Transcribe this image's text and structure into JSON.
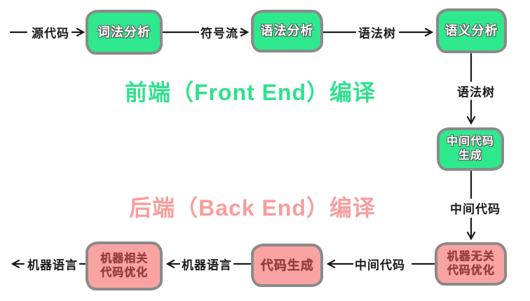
{
  "colors": {
    "node_green": "#2ee98d",
    "node_pink": "#f9a3a3",
    "node_border_gray": "#8a8a8a",
    "title_green": "#2ee18c",
    "title_pink": "#f79d9d",
    "arrow_black": "#1a1a1a"
  },
  "titles": {
    "front_end": "前端（Front End）编译",
    "back_end": "后端（Back End）编译"
  },
  "nodes": {
    "lexical": {
      "label": "词法分析"
    },
    "syntax": {
      "label": "语法分析"
    },
    "semantic": {
      "label": "语义分析"
    },
    "ir_gen": {
      "line1": "中间代码",
      "line2": "生成"
    },
    "machine_independent_opt": {
      "line1": "机器无关",
      "line2": "代码优化"
    },
    "codegen": {
      "label": "代码生成"
    },
    "machine_dependent_opt": {
      "line1": "机器相关",
      "line2": "代码优化"
    }
  },
  "edge_labels": {
    "source_code": "源代码",
    "token_stream": "符号流",
    "syntax_tree_top": "语法树",
    "syntax_tree_vertical": "语法树",
    "intermediate_code_vertical": "中间代码",
    "intermediate_code_bottom": "中间代码",
    "machine_language_mid": "机器语言",
    "machine_language_out": "机器语言"
  }
}
